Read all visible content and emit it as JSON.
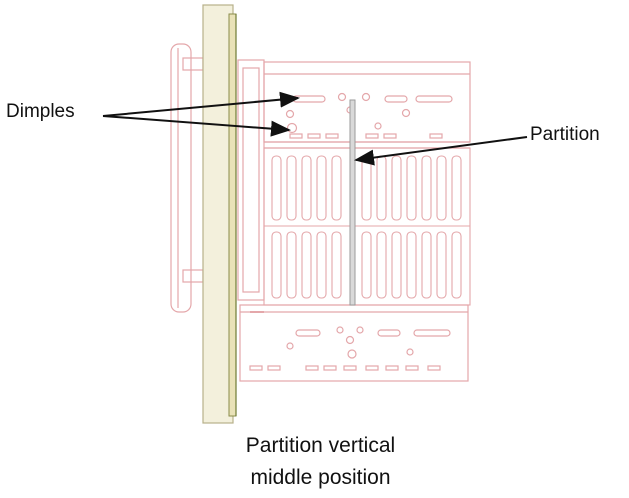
{
  "labels": {
    "dimples": "Dimples",
    "partition": "Partition"
  },
  "caption": {
    "line1": "Partition vertical",
    "line2": "middle position"
  },
  "colors": {
    "outline": "#e4a7aa",
    "plate_fill": "#f3f0dc",
    "plate_stroke": "#b7b08a",
    "plate_edge": "#8a8c4a",
    "divider": "#9a9a9a",
    "arrow": "#111111"
  }
}
